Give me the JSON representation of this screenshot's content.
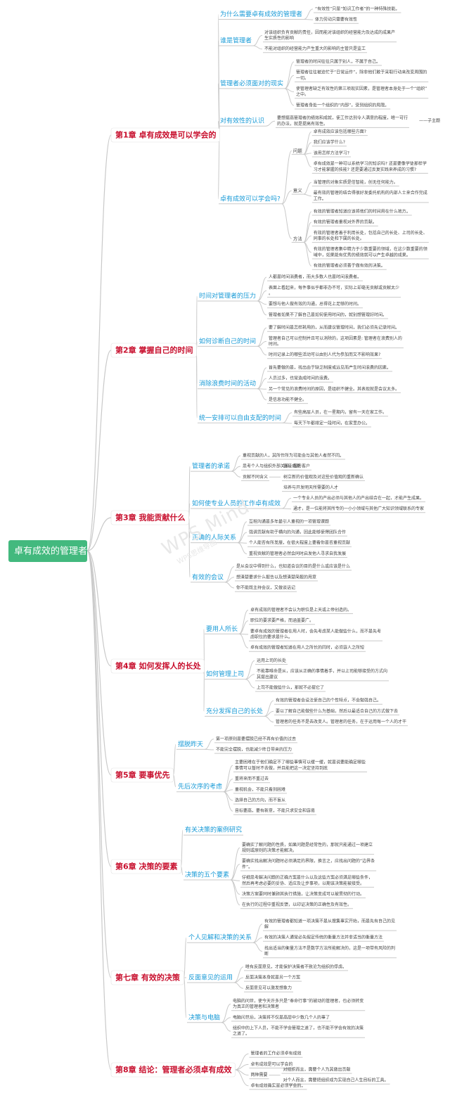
{
  "root": {
    "label": "卓有成效的管理者"
  },
  "watermark": {
    "brand": "WPS Mind",
    "sub": "WPS思维导图"
  },
  "colors": {
    "root_bg": "#43b97e",
    "chapter_text": "#c8102e",
    "section_text": "#1a9bd7",
    "line": "#c9c9c9",
    "leaf_text": "#444444"
  },
  "chapters": [
    {
      "label": "第1章 卓有成效是可以学会的",
      "sections": [
        {
          "label": "为什么需要卓有成效的管理者",
          "leaves": [
            {
              "text": "“有效性”只是“知识工作者”的一种特殊技能。"
            },
            {
              "text": "体力劳动只需要有效性"
            }
          ]
        },
        {
          "label": "谁是管理者",
          "leaves": [
            {
              "text": "对该组织负有贡献的责任，因而能对该组织的经营能力及达成的成果产生实质性的影响"
            },
            {
              "text": "不能对组织的经营能力产生重大的影响的主管只是监工"
            }
          ]
        },
        {
          "label": "管理者必须面对的现实",
          "leaves": [
            {
              "text": "管理者的时间往往只属于别人，不属于自己。"
            },
            {
              "text": "管理者往往被迫忙于“日常运作”，除非他们敢于采取行动来改变周围的一切。"
            },
            {
              "text": "使管理者缺乏有效性的第三项现实因素，是管理者本身处于一个“组织”之中。"
            },
            {
              "text": "管理者身处一个组织的“内部”，受到组织的局限。"
            }
          ]
        },
        {
          "label": "对有效性的认识",
          "leaves": [
            {
              "text": "要想提高管理者的绩效和成就，使工作达到令人满意的程度，唯一可行的办法，就是提高有效性。",
              "note": "——子主题"
            }
          ]
        },
        {
          "label": "卓有成效可以学会吗?",
          "groups": [
            {
              "label": "问题",
              "leaves": [
                {
                  "text": "卓有成效应该包括哪些方面?"
                },
                {
                  "text": "我们应该学什么?"
                },
                {
                  "text": "该用怎样方法学习?"
                },
                {
                  "text": "卓有成效是一种可以系统学习的知识吗? 还是要像学徒那样学习才能掌握的技能? 还是要通过反复实践来养成的习惯?"
                }
              ]
            },
            {
              "label": "意义",
              "leaves": [
                {
                  "text": "当管理的对象实质是信智能，创无任何能力。"
                },
                {
                  "text": "最有效的管理的结合得很好发委托机构的内部人士来合作完成工作。"
                }
              ]
            },
            {
              "label": "方法",
              "leaves": [
                {
                  "text": "有效的管理者知道应该将他们的时间用在什么地方。"
                },
                {
                  "text": "有效的管理者重视对外界的贡献。"
                },
                {
                  "text": "有效的管理者善于利用长处，包括自己的长处、上司的长处、同事的长处和下属的长处。"
                },
                {
                  "text": "有效的管理者集中精力于少数重要的领域，在这少数重要的领域中，如果能有优秀的绩效就可以产生卓越的成果。"
                },
                {
                  "text": "有效的管理者必须善于做有效的决策。"
                }
              ]
            }
          ]
        }
      ]
    },
    {
      "label": "第2章 掌握自己的时间",
      "sections": [
        {
          "label": "时间对管理者的压力",
          "leaves": [
            {
              "text": "人都是时间消费者，而大多数人也是时间浪费者。"
            },
            {
              "text": "表面上看起来，每件事似乎都非办不可，实际上却毫无贡献或贡献太少。"
            },
            {
              "text": "要想与他人做有效的沟通，总得花上足够的时间。"
            },
            {
              "text": "管理者如果不了解自己是如何使用时间的，就别想管理好时间。"
            }
          ]
        },
        {
          "label": "如何诊断自己的时间",
          "leaves": [
            {
              "text": "要了解时间是怎样耗用的，从而建议管理时间，我们必须先记录时间。"
            },
            {
              "text": "管理者自己可以控制并且可以消除的，这项因素是: 管理者在浪费别人的时间。"
            },
            {
              "text": "时间记录上的哪些活动可以由别人代为参加而又不影响效果?"
            }
          ]
        },
        {
          "label": "消除浪费时间的活动",
          "leaves": [
            {
              "text": "首先要做的是，找出由于缺乏制度或远见而产生时间浪费的因素。"
            },
            {
              "text": "人员过多，也常造成时间的浪费。"
            },
            {
              "text": "另一个常见的浪费时间的原因，是组织不健全。其表现就是会议太多。"
            },
            {
              "text": "是信息功能不健全。"
            }
          ]
        },
        {
          "label": "统一安排可以自由支配的时间",
          "leaves": [
            {
              "text": "有些高层人员，在一星期内，留有一天在家工作。"
            },
            {
              "text": "每天下午都排定一段时间，在家里办公。"
            }
          ]
        }
      ]
    },
    {
      "label": "第3章 我能贡献什么",
      "sections": [
        {
          "label": "管理者的承诺",
          "leaves": [
            {
              "text": "重视贡献的人，其所作所为可能会与其他人者然不同。"
            },
            {
              "text": "思考个人与组织外部关系，服务客户"
            },
            {
              "text": "贡献不同含义",
              "children": [
                {
                  "text": "直接成果"
                },
                {
                  "text": "树立新的价值观及对这些价值观的重新确认"
                },
                {
                  "text": "培养与开发明天所需要的人才"
                }
              ]
            }
          ]
        },
        {
          "label": "如何使专业人员的工作卓有成效",
          "leaves": [
            {
              "text": "一个专业人员的产出必须与其他人的产出结合在一起，才能产生成果。"
            },
            {
              "text": "通才，是一位能将其所专的一小小领域与其他广大知识领域联系的专家"
            }
          ]
        },
        {
          "label": "正确的人际关系",
          "leaves": [
            {
              "text": "互相沟通是多年最引人重视的一项管理课题"
            },
            {
              "text": "强调贡献有助于横向的沟通，因此能够使得团队合作"
            },
            {
              "text": "个人能否有所发展，在很大程度上要看你是否重视贡献"
            },
            {
              "text": "重视贡献的管理者必然会同时启发他人寻求自我发展"
            }
          ]
        },
        {
          "label": "有效的会议",
          "leaves": [
            {
              "text": "是从会议中得到什么，也知道会议的目的是什么或应该是什么"
            },
            {
              "text": "想清楚要求什么报告以及想清楚简报的用意"
            },
            {
              "text": "你不能既主持会议，又做谈话记"
            }
          ]
        }
      ]
    },
    {
      "label": "第4章 如何发挥人的长处",
      "sections": [
        {
          "label": "要用人所长",
          "leaves": [
            {
              "text": "卓有成效的管理者不会认为职位是上天或上帝创造的。"
            },
            {
              "text": "职位的要求要严格，而涵盖要广。"
            },
            {
              "text": "要卓有成效的管理者在用人时，会先考虑某人能做些什么，而不是先考虑职位的要求是什么。"
            },
            {
              "text": "卓有成效的管理者知道在用人之所长的同时，必须容人之所短"
            }
          ]
        },
        {
          "label": "如何管理上司",
          "leaves": [
            {
              "text": "运用上司的长处"
            },
            {
              "text": "不能靠唯命是从，应该从正确的事情着手，并以上司能够接受的方式向其提出建议"
            },
            {
              "text": "上司不能做些什么，那就不必提它了"
            }
          ]
        },
        {
          "label": "充分发挥自己的长处",
          "leaves": [
            {
              "text": "有效的管理者会设法使自己的个性特点，不会勉强自己。"
            },
            {
              "text": "要以了解自己能做些什么为基础，然后以最适合自己的方式做下去"
            },
            {
              "text": "管理者的任务不是去改变人。管理者的任务，在于运用每一个人的才干"
            }
          ]
        }
      ]
    },
    {
      "label": "第5章 要事优先",
      "sections": [
        {
          "label": "摆脱昨天",
          "leaves": [
            {
              "text": "第一项原则是要摆脱已经不再有价值的过去"
            },
            {
              "text": "不能完全摆脱，也能减少昨日带来的压力"
            }
          ]
        },
        {
          "label": "先后次序的考虑",
          "leaves": [
            {
              "text": "主要困难在于他们确定不了哪些事情可以缓一缓，就是说要能确定哪些事情可以暂时不去做，并且能把这一决定坚持到底"
            },
            {
              "text": "重将来而不重过去"
            },
            {
              "text": "重视机会，不能只看到困难"
            },
            {
              "text": "选择自己的方向，而不盲从"
            },
            {
              "text": "目标要高，要有新意，不能只求安全和容易"
            }
          ]
        }
      ]
    },
    {
      "label": "第6章 决策的要素",
      "sections": [
        {
          "label": "有关决策的案例研究",
          "leaves": []
        },
        {
          "label": "决策的五个要素",
          "leaves": [
            {
              "text": "要确实了解问题的性质，如果问题是经常性的，那就只能通过一项建立规则或原则的决策才能解决。"
            },
            {
              "text": "要确实找出解决问题时必须满足的界限，换言之，应找出问题的“边界条件”。"
            },
            {
              "text": "仔细思考解决问题的正确方案是什么以及这些方案必须满足哪些条件，然后再考虑必要的妥协、适应及让步事项，以期该决策能被接受。"
            },
            {
              "text": "决策方案要同时兼顾其执行措施，让决策变成可以被贯彻的行动。"
            },
            {
              "text": "在执行的过程中重视反馈，以印证决策的正确性及有效性。"
            }
          ]
        }
      ]
    },
    {
      "label": "第七章 有效的决策",
      "sections": [
        {
          "label": "个人见解和决策的关系",
          "leaves": [
            {
              "text": "有效的管理者都知道一项决策不是从搜集事实开始，而是先有自己的见解"
            },
            {
              "text": "有效的决策人通常必先假定传统的衡量方法并非适当的衡量方法"
            },
            {
              "text": "找出适当的衡量方法不是数学方法所能解决的，这是一项带有风险的判断"
            }
          ]
        },
        {
          "label": "反面意见的运用",
          "leaves": [
            {
              "text": "唯有反面意见，才能保护决策者不致沦为组织的俘虏。"
            },
            {
              "text": "反面决策本身就是另一个方案"
            },
            {
              "text": "反面意见可以激发想象力"
            }
          ]
        },
        {
          "label": "决策与电脑",
          "leaves": [
            {
              "text": "电脑的问世，使今天许多只是“奉命行事”的被动的管理者，也必须转变为真正的管理者和决策者"
            },
            {
              "text": "电脑问世后，决策将不仅是高层中少数几个人的事了"
            },
            {
              "text": "组织中的上下人员，不能不学会管理之道了，也不能不学会有效的决策之道了。"
            }
          ]
        }
      ]
    },
    {
      "label": "第8章 结论：管理者必须卓有成效",
      "sections": [
        {
          "label": "",
          "leaves": [
            {
              "text": "管理者的工作必须卓有成效"
            },
            {
              "text": "卓有成效是可以学会的"
            },
            {
              "text": "两种需要",
              "children": [
                {
                  "text": "对组织而言，需要个人为其做出贡献"
                },
                {
                  "text": "对个人而言，需要把组织成为实现自己人生目标的工具。"
                }
              ]
            },
            {
              "text": "卓有成效确实是必须学会的。"
            }
          ]
        }
      ]
    }
  ]
}
